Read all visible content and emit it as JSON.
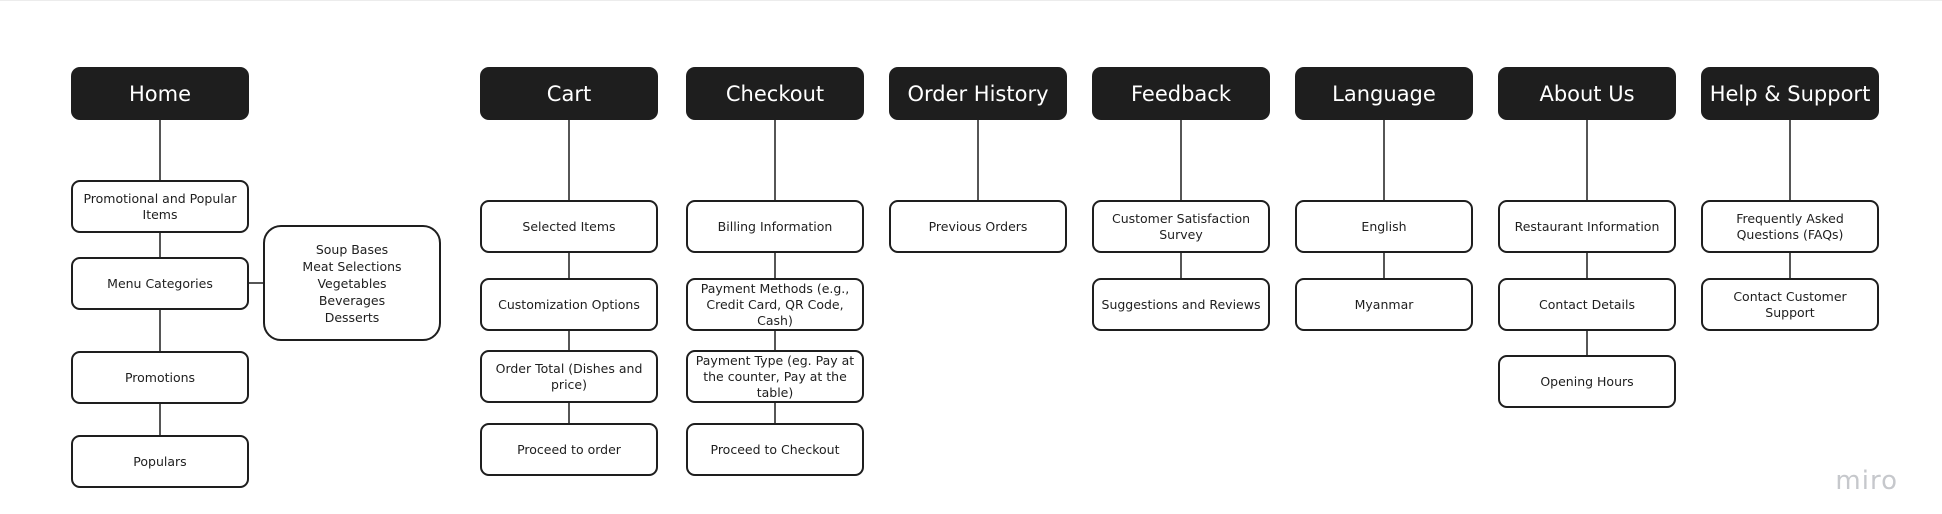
{
  "columns": {
    "home": {
      "title": "Home",
      "items": [
        "Promotional and Popular Items",
        "Menu Categories",
        "Promotions",
        "Populars"
      ],
      "menu_categories": [
        "Soup Bases",
        "Meat Selections",
        "Vegetables",
        "Beverages",
        "Desserts"
      ]
    },
    "cart": {
      "title": "Cart",
      "items": [
        "Selected Items",
        "Customization Options",
        "Order Total (Dishes and price)",
        "Proceed to order"
      ]
    },
    "checkout": {
      "title": "Checkout",
      "items": [
        "Billing Information",
        "Payment Methods (e.g., Credit Card, QR Code, Cash)",
        "Payment Type (eg. Pay at the counter, Pay at the table)",
        "Proceed to Checkout"
      ]
    },
    "order_history": {
      "title": "Order History",
      "items": [
        "Previous Orders"
      ]
    },
    "feedback": {
      "title": "Feedback",
      "items": [
        "Customer Satisfaction Survey",
        "Suggestions and Reviews"
      ]
    },
    "language": {
      "title": "Language",
      "items": [
        "English",
        "Myanmar"
      ]
    },
    "about_us": {
      "title": "About Us",
      "items": [
        "Restaurant Information",
        "Contact Details",
        "Opening Hours"
      ]
    },
    "help_support": {
      "title": "Help & Support",
      "items": [
        "Frequently Asked Questions (FAQs)",
        "Contact Customer Support"
      ]
    }
  },
  "watermark": "miro",
  "colors": {
    "ink": "#1e1e1e",
    "background": "#ffffff",
    "watermark": "#c6c8cc"
  }
}
